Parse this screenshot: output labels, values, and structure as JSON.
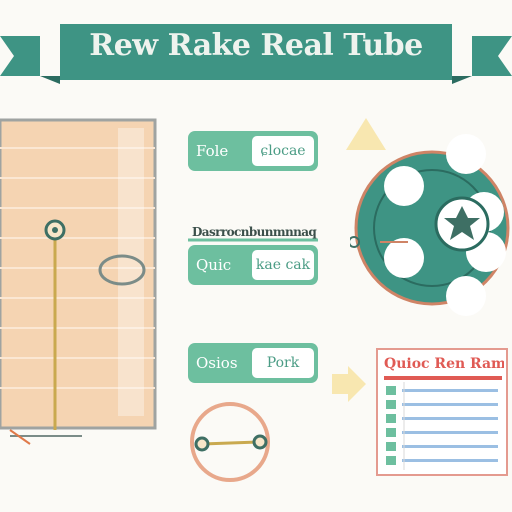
{
  "title": "Rew Rake Real Tube",
  "rows": [
    {
      "left": "Fole",
      "right": "ɕlocae"
    },
    {
      "left": "Quic",
      "right": "kae cak"
    },
    {
      "left": "Osios",
      "right": "Pork"
    }
  ],
  "mini_label": "Dasrrocnbunmnnaq",
  "table_title": "Quioc Ren Rame",
  "colors": {
    "teal": "#3e9484",
    "teal_light": "#6dbf9f",
    "wood": "#f5d4b2",
    "coral": "#e05a54",
    "gold": "#b8a356"
  }
}
